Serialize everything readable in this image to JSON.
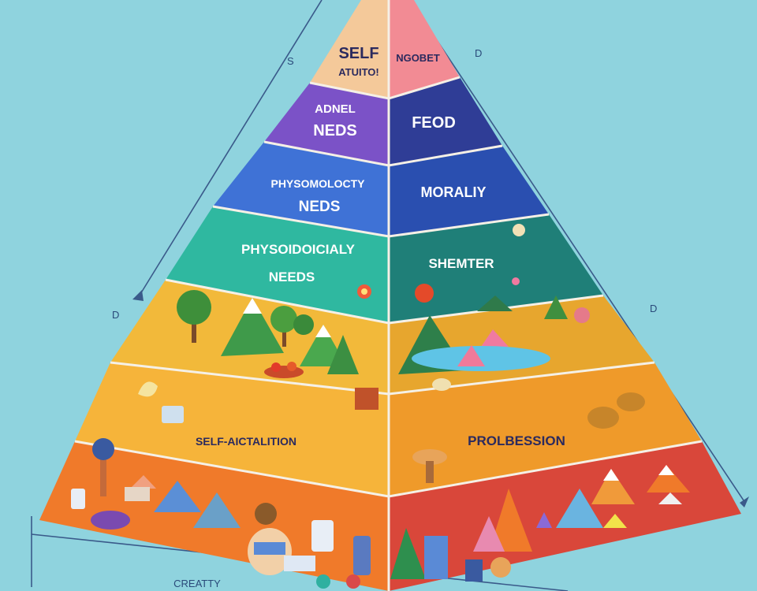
{
  "left_labels": {
    "tier1_line1": "SELF",
    "tier1_line2": "ATUITO!",
    "tier2_line1": "ADNEL",
    "tier2_line2": "NEDS",
    "tier3_line1": "PHYSOMOLOCTY",
    "tier3_line2": "NEDS",
    "tier4_line1": "PHYSOIDOICIALY",
    "tier4_line2": "NEEDS",
    "tier6": "SELF-AICTALITION",
    "bottom": "CREATTY"
  },
  "right_labels": {
    "tier1": "NGOBET",
    "tier2": "FEOD",
    "tier3": "MORALIY",
    "tier4": "SHEMTER",
    "tier6": "PROLBESSION"
  },
  "margin_marks": {
    "top_left": "S",
    "top_right": "D",
    "mid_left": "D",
    "mid_right": "D"
  },
  "colors": {
    "background": "#8fd3de",
    "tier1_left": "#f4c99a",
    "tier1_right": "#f28b94",
    "tier2_left": "#7b52c7",
    "tier2_right": "#2f3d96",
    "tier3_left": "#3f72d6",
    "tier3_right": "#2a4fb0",
    "tier4_left": "#2fb8a0",
    "tier4_right": "#1f7f78",
    "tier5_left": "#f2b93a",
    "tier5_right": "#e7a62e",
    "tier6_left": "#f6b43a",
    "tier6_right": "#ef9a2a",
    "tier7_left": "#f07a2a",
    "tier7_right": "#d9473a"
  }
}
